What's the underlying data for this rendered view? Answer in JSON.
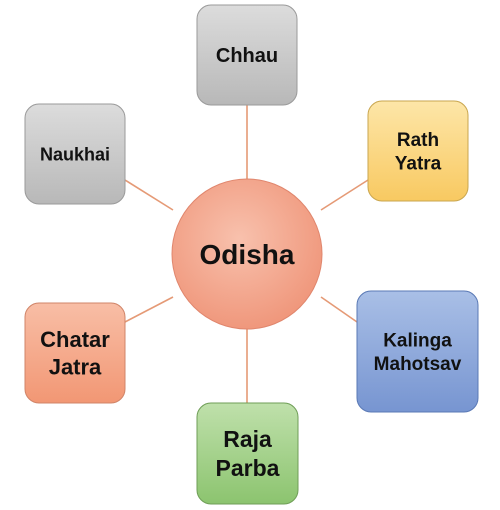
{
  "center": {
    "label": "Odisha",
    "fill": "#f4a88f",
    "stroke": "#e0866d"
  },
  "connector_color": "#e59a76",
  "nodes": [
    {
      "id": "chhau",
      "lines": [
        "Chhau"
      ],
      "fill": "#c8c8c8",
      "stroke": "#9a9a9a"
    },
    {
      "id": "rath-yatra",
      "lines": [
        "Rath",
        "Yatra"
      ],
      "fill": "#fcd98a",
      "stroke": "#c9a64f"
    },
    {
      "id": "kalinga-mahotsav",
      "lines": [
        "Kalinga",
        "Mahotsav"
      ],
      "fill": "#8ea9dc",
      "stroke": "#5a79b5"
    },
    {
      "id": "raja-parba",
      "lines": [
        "Raja",
        "Parba"
      ],
      "fill": "#a6d38e",
      "stroke": "#6f9e57"
    },
    {
      "id": "chatar-jatra",
      "lines": [
        "Chatar",
        "Jatra"
      ],
      "fill": "#f6a98c",
      "stroke": "#d08468"
    },
    {
      "id": "naukhai",
      "lines": [
        "Naukhai"
      ],
      "fill": "#c8c8c8",
      "stroke": "#9a9a9a"
    }
  ]
}
